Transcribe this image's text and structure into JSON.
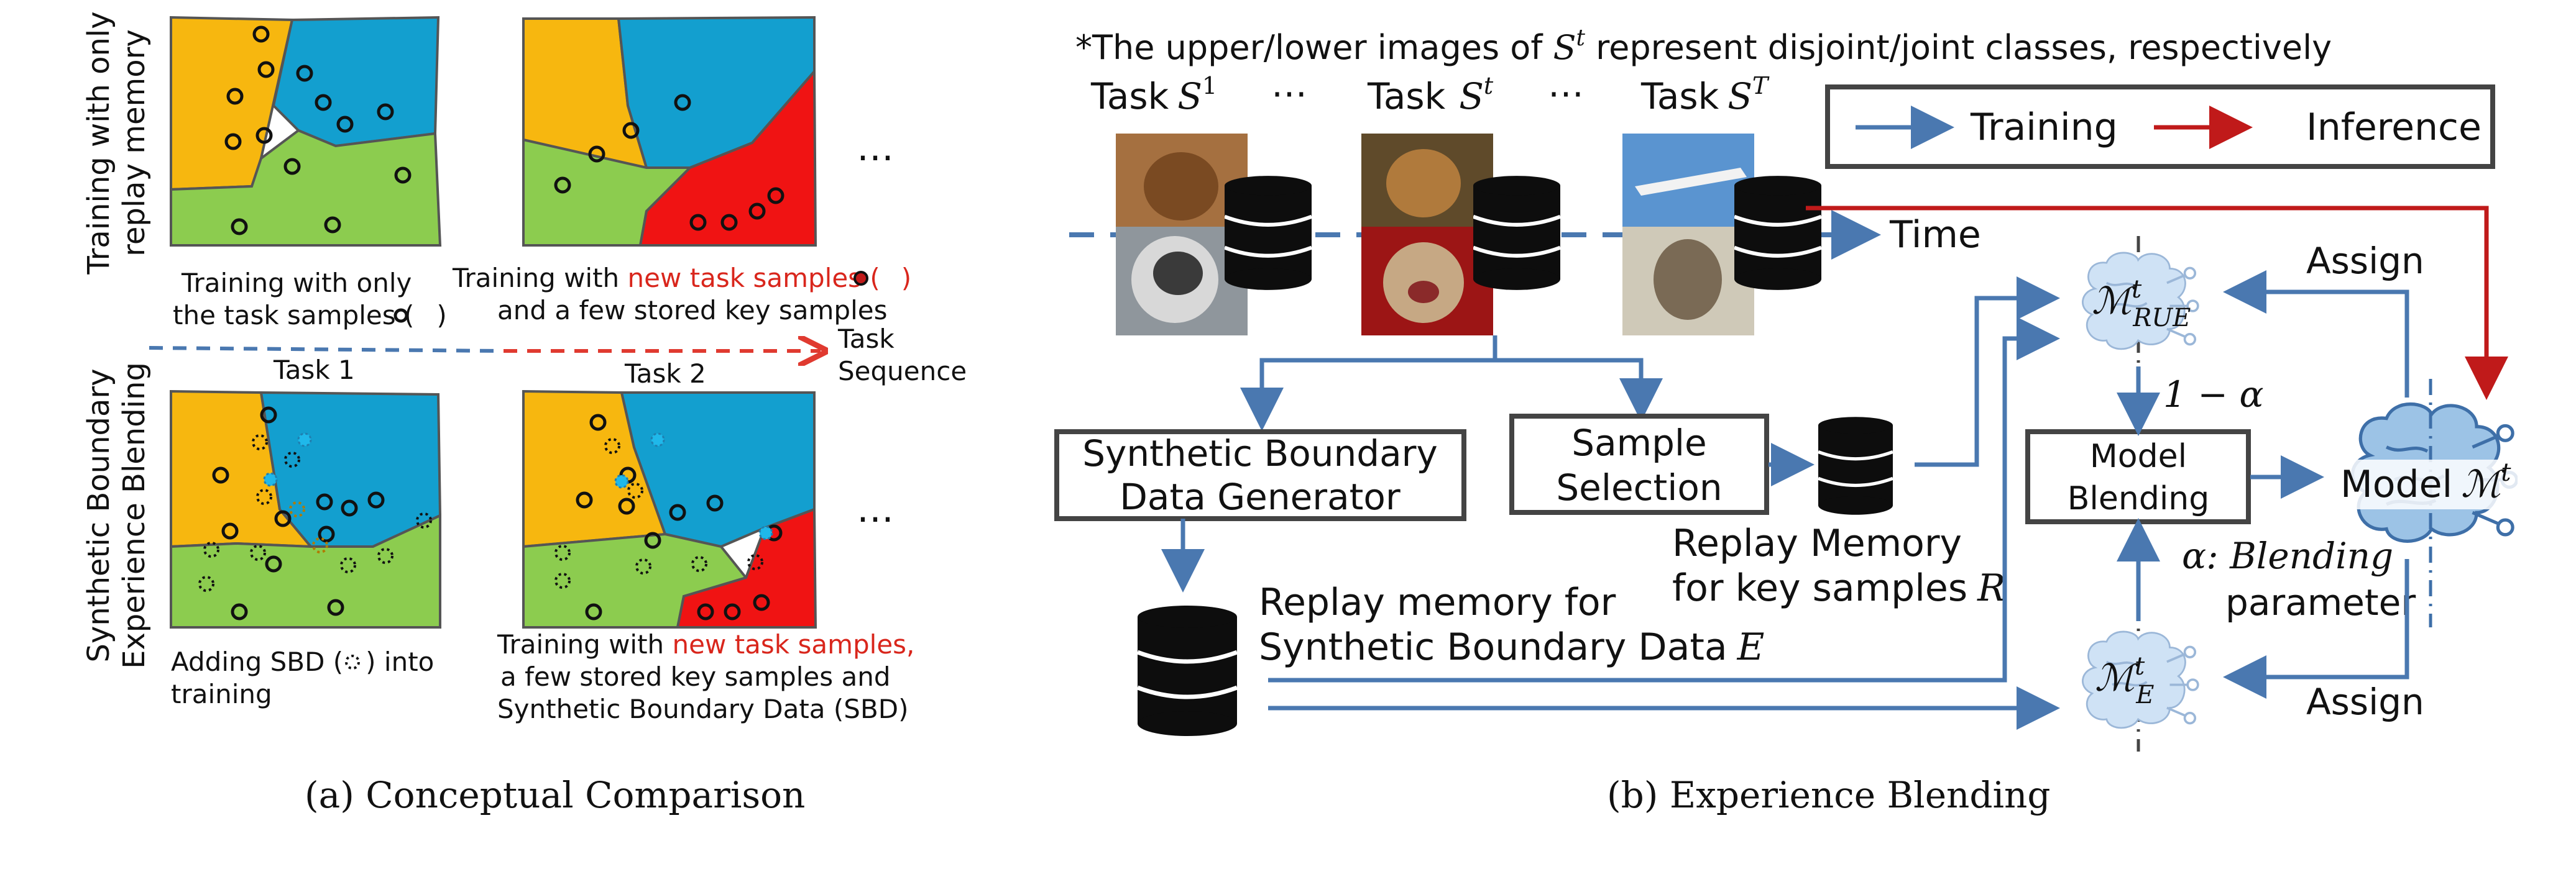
{
  "panel_a": {
    "row1_label_line1": "Training with only",
    "row1_label_line2": "replay memory",
    "row2_label_line1": "Synthetic Boundary",
    "row2_label_line2": "Experience Blending",
    "task1_caption_line1": "Training with only",
    "task1_caption_line2": "the task samples (",
    "task1_caption_line2_end": ")",
    "task2_caption_line1_pre": "Training with ",
    "task2_caption_line1_red": "new task samples (",
    "task2_caption_line1_end": ")",
    "task2_caption_line2": "and a few stored key samples",
    "task1_label": "Task 1",
    "task2_label": "Task 2",
    "task_sequence_line1": "Task",
    "task_sequence_line2": "Sequence",
    "ellipsis": "…",
    "sbd1_caption_line1_pre": "Adding SBD (",
    "sbd1_caption_line1_end": ") into",
    "sbd1_caption_line2": "training",
    "sbd2_caption_line1_pre": "Training with ",
    "sbd2_caption_line1_red": "new task samples,",
    "sbd2_caption_line2": "a few stored key samples and",
    "sbd2_caption_line3": "Synthetic Boundary Data (SBD)",
    "caption": "(a) Conceptual Comparison"
  },
  "panel_b": {
    "note_pre": "*The upper/lower images of ",
    "note_post": " represent disjoint/joint classes, respectively",
    "task_word": "Task",
    "dots": "⋯",
    "legend_training": "Training",
    "legend_inference": "Inference",
    "time_label": "Time",
    "sbd_generator_line1": "Synthetic Boundary",
    "sbd_generator_line2": "Data Generator",
    "sample_selection_line1": "Sample",
    "sample_selection_line2": "Selection",
    "replay_key_line1": "Replay Memory",
    "replay_key_line2": "for key samples",
    "replay_key_symbol": "R",
    "replay_sbd_line1": "Replay memory for",
    "replay_sbd_line2": "Synthetic Boundary Data",
    "replay_sbd_symbol": "E",
    "model_blending_line1": "Model",
    "model_blending_line2": "Blending",
    "one_minus_alpha": "1 − α",
    "alpha_line1": "α: Blending",
    "alpha_line2": "parameter",
    "assign_top": "Assign",
    "assign_bottom": "Assign",
    "model_label": "Model",
    "caption": "(b) Experience Blending"
  },
  "colors": {
    "training_arrow": "#4a78b0",
    "inference_arrow": "#c01a1a",
    "region_blue": "#139fcf",
    "region_yellow": "#f7b70f",
    "region_green": "#8ccc4f",
    "region_red": "#f01313"
  },
  "icons": [
    "database-icon",
    "brain-network-icon",
    "cow-photo",
    "cat-photo",
    "dog-photo",
    "airplane-photo"
  ]
}
